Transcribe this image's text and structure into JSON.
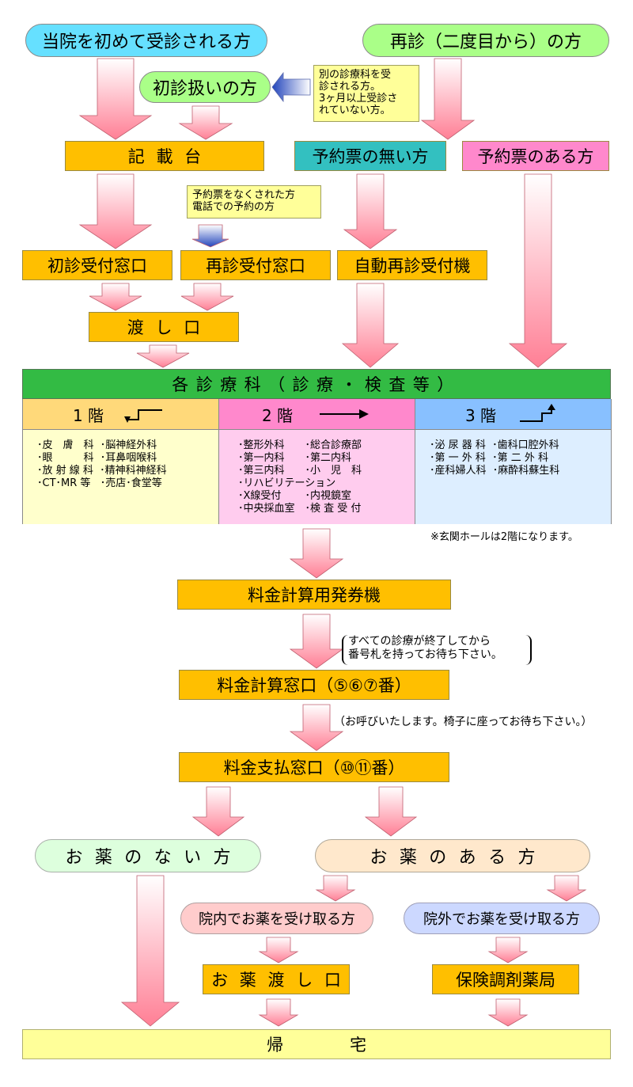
{
  "start": {
    "first_visit": "当院を初めて受診される方",
    "revisit": "再診（二度目から）の方",
    "first_visit_handling": "初診扱いの方"
  },
  "notes": {
    "first_visit_handling": "別の診療科を受\n診される方。\n3ヶ月以上受診さ\nれていない方。",
    "lost_ticket": "予約票をなくされた方\n電話での予約の方",
    "after_ticket": "すべての診療が終了してから\n番号札を持ってお待ち下さい。",
    "after_payment_window": "（お呼びいたします。椅子に座ってお待ち下さい。）",
    "entrance": "※玄関ホールは2階になります。"
  },
  "steps": {
    "registration_desk": "記載台",
    "no_reservation": "予約票の無い方",
    "with_reservation": "予約票のある方",
    "first_visit_window": "初診受付窓口",
    "revisit_window": "再診受付窓口",
    "auto_revisit_machine": "自動再診受付機",
    "handover": "渡し口",
    "departments": "各診療科（診療・検査等）",
    "fee_ticket_machine": "料金計算用発券機",
    "fee_calc_window": "料金計算窓口（⑤⑥⑦番）",
    "fee_payment_window": "料金支払窓口（⑩⑪番）",
    "no_medicine": "お薬のない方",
    "with_medicine": "お薬のある方",
    "in_hospital_medicine": "院内でお薬を受け取る方",
    "outside_medicine": "院外でお薬を受け取る方",
    "medicine_counter": "お薬渡し口",
    "pharmacy": "保険調剤薬局",
    "home": "帰　　　　宅"
  },
  "floors": [
    {
      "name": "1 階",
      "icon": "stairs-down-icon",
      "color": "#ffd97a",
      "body": "･皮　膚　科  ･脳神経外科\n･眼　　　科  ･耳鼻咽喉科\n･放 射 線 科  ･精神科神経科\n･CT･MR 等   ･売店･食堂等",
      "body_color": "#ffffcc"
    },
    {
      "name": "2 階",
      "icon": "arrow-right-icon",
      "color": "#ff88cc",
      "body": "･整形外科　　･総合診療部\n･第一内科　　･第二内科\n･第三内科　　･小　児　科\n･リハビリテーション\n･X線受付　　 ･内視鏡室\n･中央採血室　･検 査 受 付",
      "body_color": "#ffccee"
    },
    {
      "name": "3 階",
      "icon": "stairs-up-icon",
      "color": "#88c0ff",
      "body": "･泌 尿 器 科  ･歯科口腔外科\n･第 一 外 科  ･第 二 外 科\n･産科婦人科  ･麻酔科蘇生科",
      "body_color": "#ddeeff"
    }
  ],
  "colors": {
    "cyan_pill": "#66e0ff",
    "green_pill": "#aaff88",
    "orange_box": "#ffbf00",
    "teal_box": "#33c0c0",
    "pink_box": "#ff88cc",
    "dept_header": "#33bb44",
    "arrow_pink": "#ff8899",
    "arrow_blue": "#3355cc"
  }
}
